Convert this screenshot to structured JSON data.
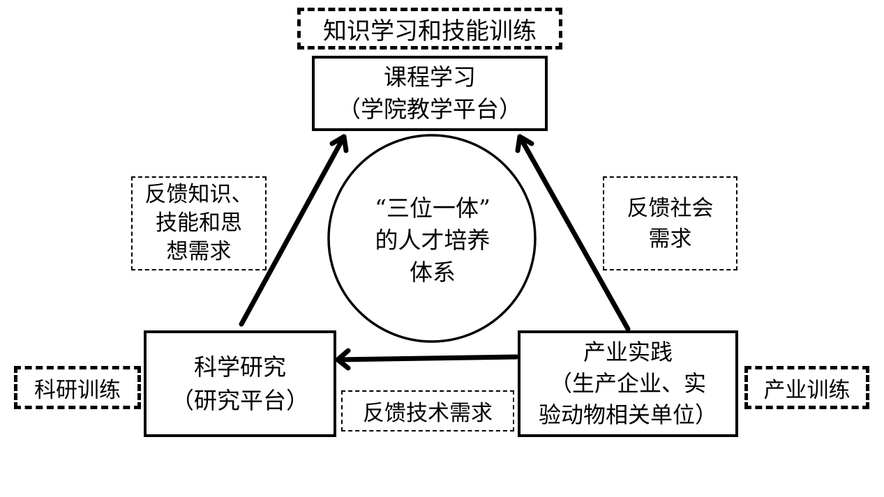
{
  "diagram": {
    "center": {
      "lines": [
        "“三位一体”",
        "的人才培养",
        "体系"
      ]
    },
    "nodes": {
      "course": {
        "lines": [
          "课程学习",
          "（学院教学平台）"
        ]
      },
      "research": {
        "lines": [
          "科学研究",
          "（研究平台）"
        ]
      },
      "industry": {
        "lines": [
          "产业实践",
          "（生产企业、实",
          "验动物相关单位）"
        ]
      }
    },
    "training_labels": {
      "course": "知识学习和技能训练",
      "research": "科研训练",
      "industry": "产业训练"
    },
    "feedback_labels": {
      "research_to_course": {
        "lines": [
          "反馈知识、",
          "技能和思",
          "想需求"
        ]
      },
      "industry_to_course": {
        "lines": [
          "反馈社会",
          "需求"
        ]
      },
      "industry_to_research": {
        "lines": [
          "反馈技术需求"
        ]
      }
    },
    "edges": [
      {
        "from": "research",
        "to": "course",
        "label": "feedback_labels.research_to_course"
      },
      {
        "from": "industry",
        "to": "course",
        "label": "feedback_labels.industry_to_course"
      },
      {
        "from": "industry",
        "to": "research",
        "label": "feedback_labels.industry_to_research"
      }
    ]
  }
}
